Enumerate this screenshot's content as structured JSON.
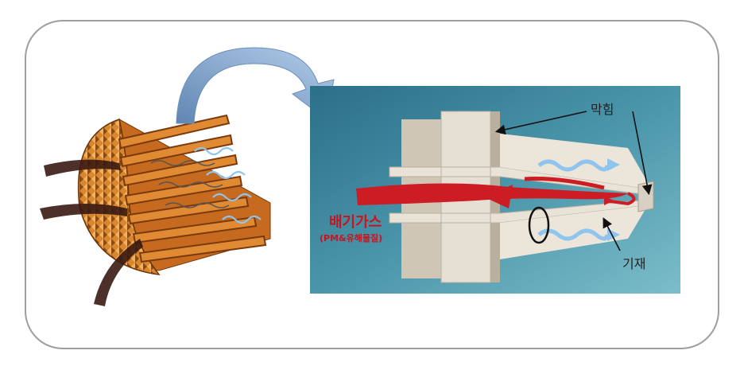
{
  "labels": {
    "blocking": "막힘",
    "substrate": "기재",
    "exhaust_gas": "배기가스",
    "exhaust_gas_sub": "(PM&유해물질)"
  },
  "colors": {
    "filter_orange": "#c56a1e",
    "panel_teal": "#4e97ab",
    "exhaust_red": "#cc1c24",
    "clean_flow_blue": "#8fc4ec",
    "transfer_arrow_blue": "#8fb2d8"
  }
}
